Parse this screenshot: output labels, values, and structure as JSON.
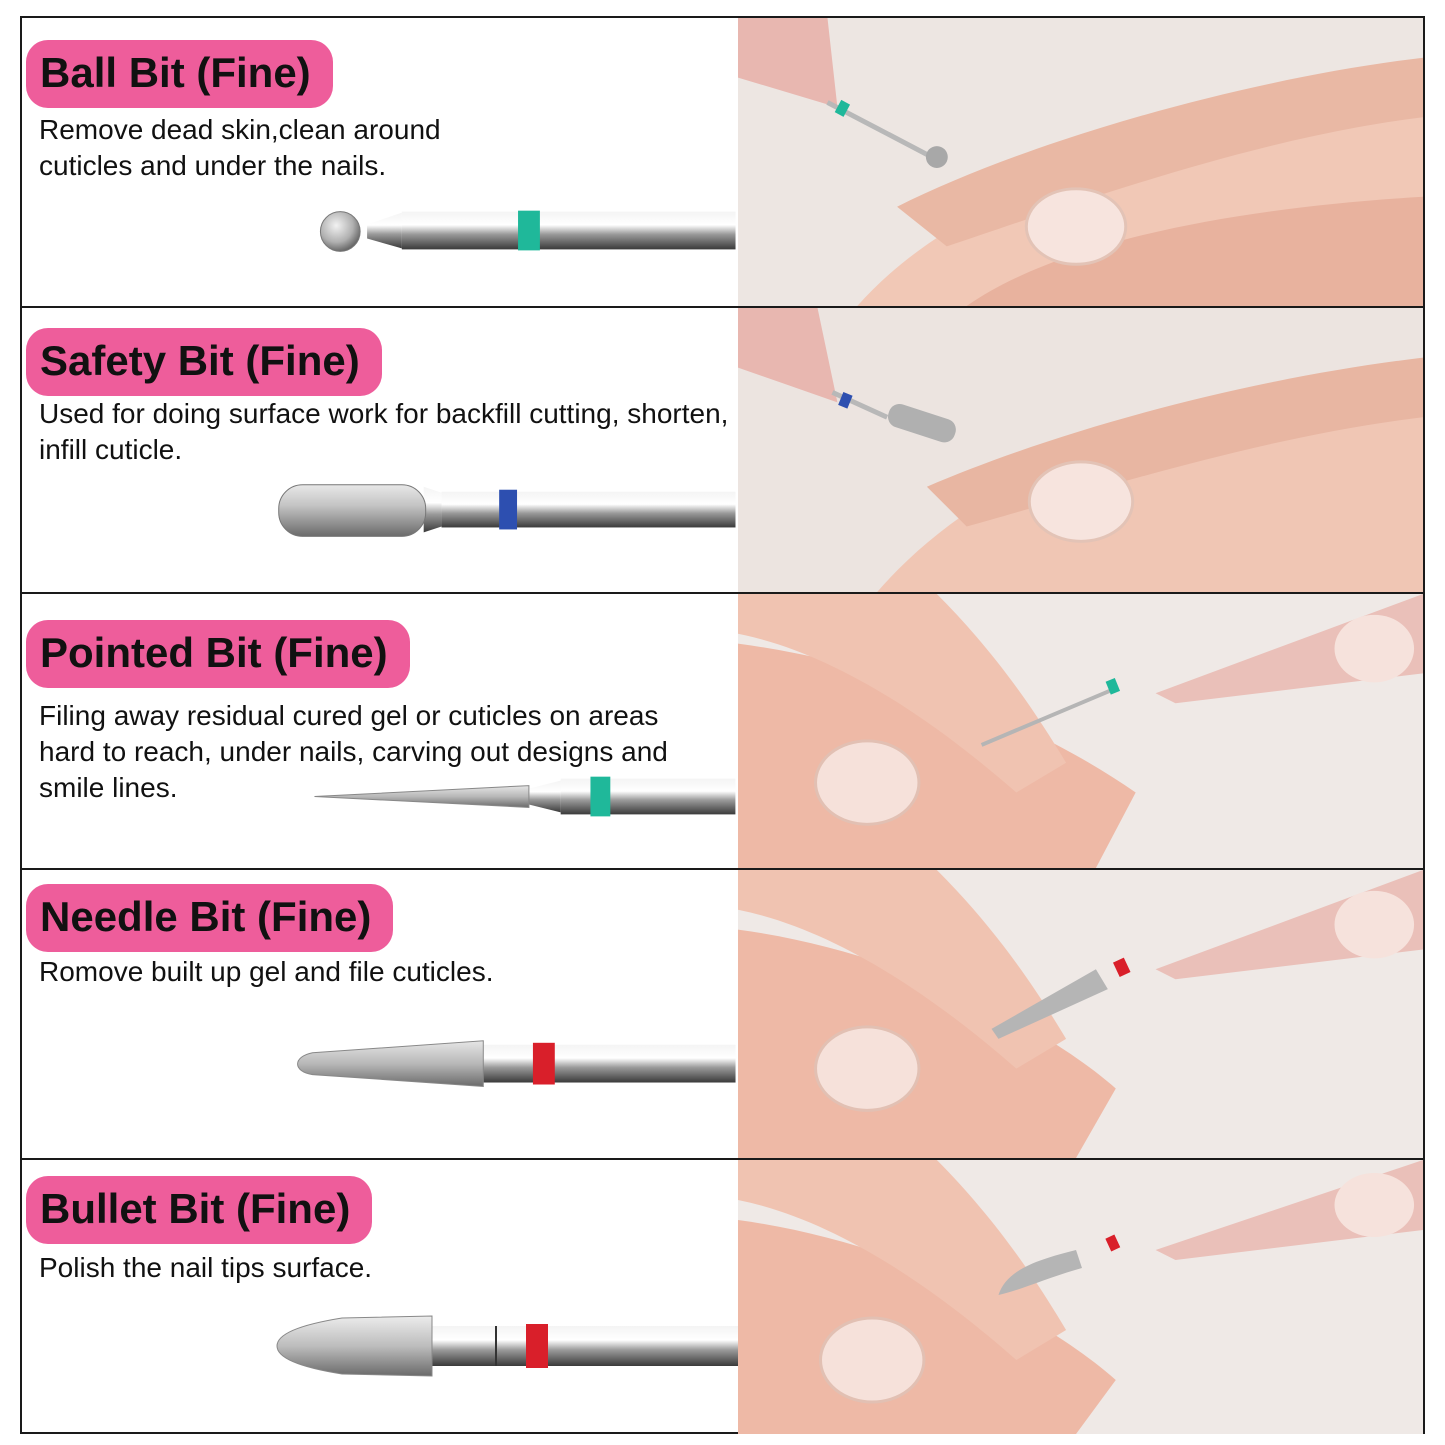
{
  "items": [
    {
      "title": "Ball Bit (Fine)",
      "description_lines": [
        "Remove dead skin,clean around",
        "cuticles and under the nails."
      ],
      "band_color": "#1fb89a",
      "head_shape": "ball"
    },
    {
      "title": "Safety Bit (Fine)",
      "description_lines": [
        "Used for doing surface work for backfill cutting, shorten,",
        "infill cuticle."
      ],
      "band_color": "#2d4fb0",
      "head_shape": "barrel"
    },
    {
      "title": "Pointed Bit (Fine)",
      "description_lines": [
        "Filing away residual cured gel or cuticles on areas",
        "hard to reach, under nails, carving out designs and",
        "smile lines."
      ],
      "band_color": "#1fb89a",
      "head_shape": "needle"
    },
    {
      "title": "Needle Bit (Fine)",
      "description_lines": [
        "Romove built up gel and file cuticles."
      ],
      "band_color": "#d91f2a",
      "head_shape": "cone"
    },
    {
      "title": "Bullet Bit (Fine)",
      "description_lines": [
        "Polish the nail tips surface."
      ],
      "band_color": "#d91f2a",
      "head_shape": "bullet"
    }
  ]
}
